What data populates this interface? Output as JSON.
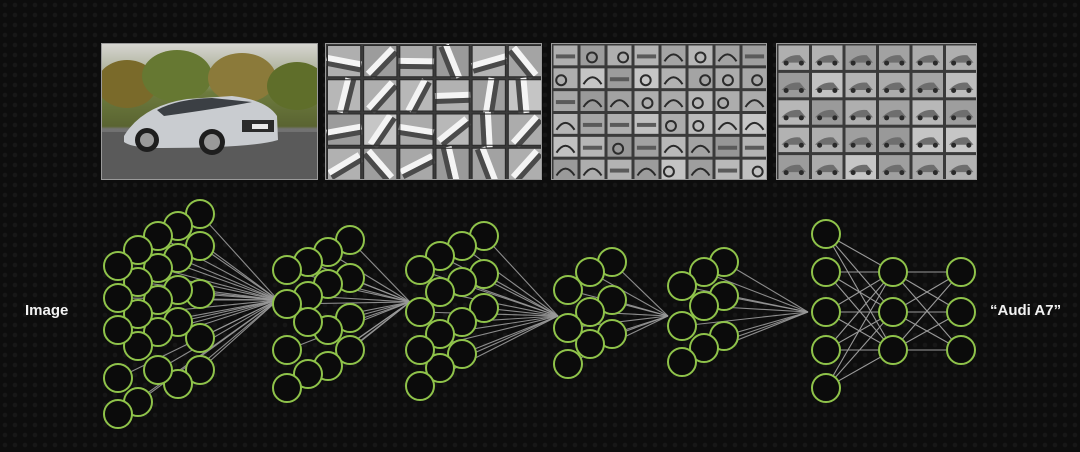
{
  "labels": {
    "input": "Image",
    "output": "“Audi A7”"
  },
  "colors": {
    "neuron": "#8fc34a",
    "edge": "#9a9a9a",
    "background": "#0d0d0d"
  },
  "panels": [
    {
      "name": "photo-panel",
      "content": "car-photo"
    },
    {
      "name": "features-layer-1",
      "content": "edge-filters"
    },
    {
      "name": "features-layer-2",
      "content": "part-filters"
    },
    {
      "name": "features-layer-3",
      "content": "object-filters"
    }
  ]
}
